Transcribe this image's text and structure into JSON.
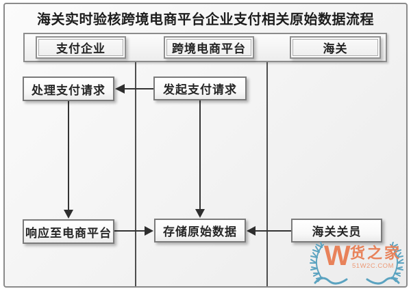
{
  "title": "海关实时验核跨境电商平台企业支付相关原始数据流程",
  "lanes": [
    {
      "id": "payment-company",
      "label": "支付企业"
    },
    {
      "id": "ecommerce-platform",
      "label": "跨境电商平台"
    },
    {
      "id": "customs",
      "label": "海关"
    }
  ],
  "nodes": [
    {
      "id": "process-payment-request",
      "lane": "payment-company",
      "label": "处理支付请求"
    },
    {
      "id": "initiate-payment-request",
      "lane": "ecommerce-platform",
      "label": "发起支付请求"
    },
    {
      "id": "respond-to-platform",
      "lane": "payment-company",
      "label": "响应至电商平台"
    },
    {
      "id": "store-raw-data",
      "lane": "ecommerce-platform",
      "label": "存储原始数据"
    },
    {
      "id": "customs-officer",
      "lane": "customs",
      "label": "海关关员"
    }
  ],
  "edges": [
    {
      "from": "initiate-payment-request",
      "to": "process-payment-request",
      "direction": "left"
    },
    {
      "from": "process-payment-request",
      "to": "respond-to-platform",
      "direction": "down"
    },
    {
      "from": "initiate-payment-request",
      "to": "store-raw-data",
      "direction": "down"
    },
    {
      "from": "respond-to-platform",
      "to": "store-raw-data",
      "direction": "right"
    },
    {
      "from": "customs-officer",
      "to": "store-raw-data",
      "direction": "left"
    }
  ],
  "watermark": {
    "logo_letter": "W",
    "brand": "货之家",
    "site": "51W2C.COM",
    "brand_color": "#E8825A",
    "laurel_color": "#5BA3C0"
  },
  "colors": {
    "frame_border": "#8A8A8A",
    "node_border": "#7A7A7A",
    "arrow": "#333333",
    "background": "#F2F2F2"
  }
}
